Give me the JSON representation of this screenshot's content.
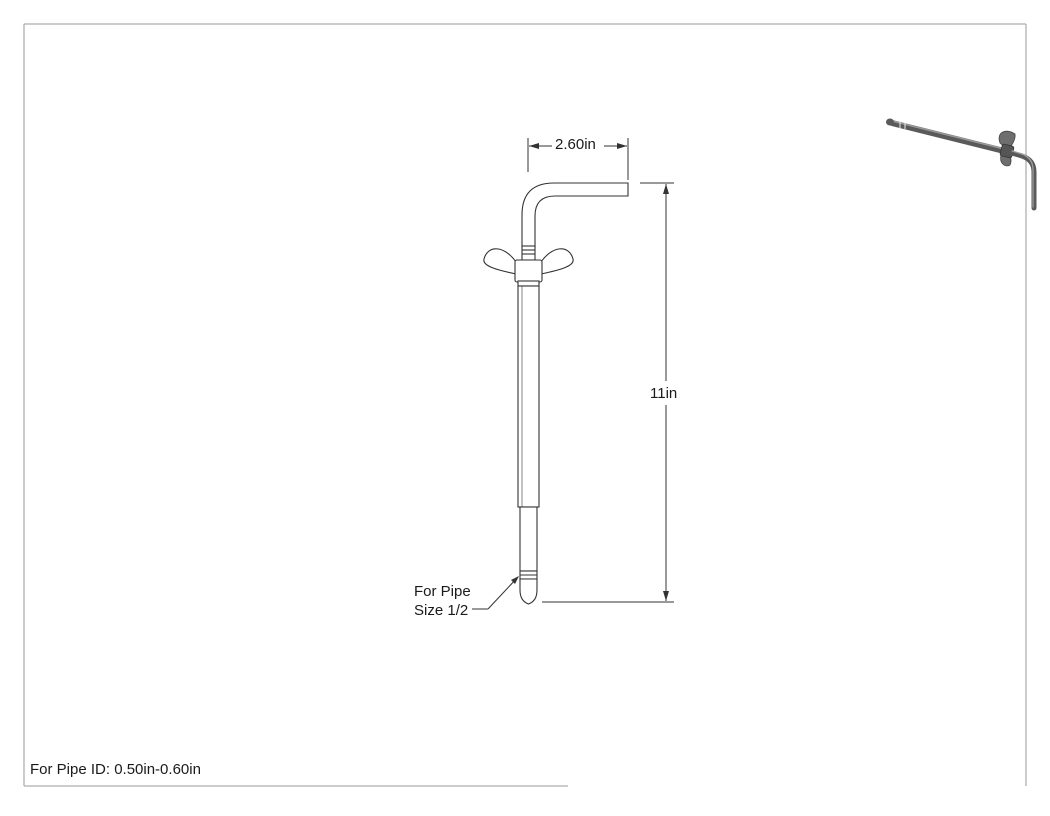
{
  "dimensions": {
    "width": "2.60in",
    "height": "11in"
  },
  "callout": {
    "line1": "For Pipe",
    "line2": "Size 1/2"
  },
  "footer": {
    "text": "For Pipe ID: 0.50in-0.60in"
  },
  "colors": {
    "line": "#333333",
    "part_fill": "#ffffff",
    "frame": "#9a9a9a",
    "iso_metal": "#6e6e6e"
  }
}
